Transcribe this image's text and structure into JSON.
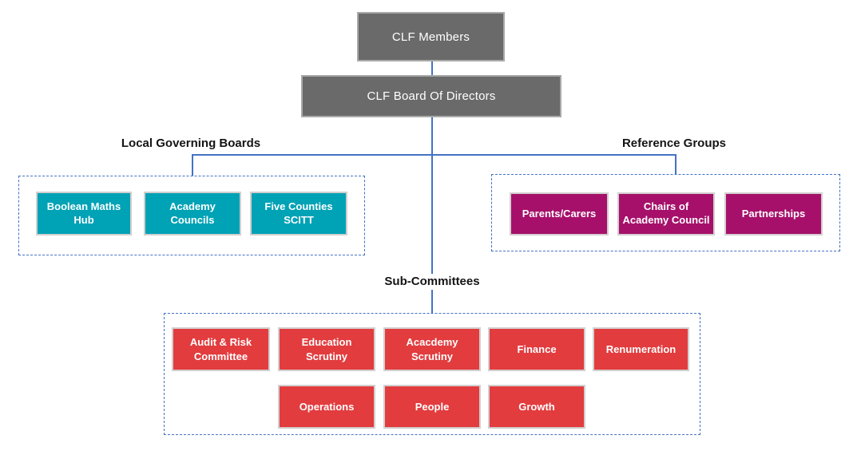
{
  "top": {
    "members": "CLF Members",
    "board": "CLF Board Of Directors"
  },
  "sections": {
    "local_governing_boards": {
      "title": "Local Governing Boards",
      "items": [
        "Boolean Maths Hub",
        "Academy Councils",
        "Five Counties SCITT"
      ]
    },
    "reference_groups": {
      "title": "Reference Groups",
      "items": [
        "Parents/Carers",
        "Chairs of Academy Council",
        "Partnerships"
      ]
    },
    "sub_committees": {
      "title": "Sub-Committees",
      "row1": [
        "Audit & Risk Committee",
        "Education Scrutiny",
        "Acacdemy Scrutiny",
        "Finance",
        "Renumeration"
      ],
      "row2": [
        "Operations",
        "People",
        "Growth"
      ]
    }
  },
  "colors": {
    "header_box_fill": "#6A6A6A",
    "header_box_border": "#A9A9A9",
    "teal_fill": "#00A2B6",
    "magenta_fill": "#A6106A",
    "red_fill": "#E23C3E",
    "colored_box_border": "#D2CFCF",
    "connector_line": "#4472C4",
    "dashed_border": "#4472C4",
    "label_text": "#141414",
    "box_text": "#FFFFFF",
    "background": "#FFFFFF"
  }
}
